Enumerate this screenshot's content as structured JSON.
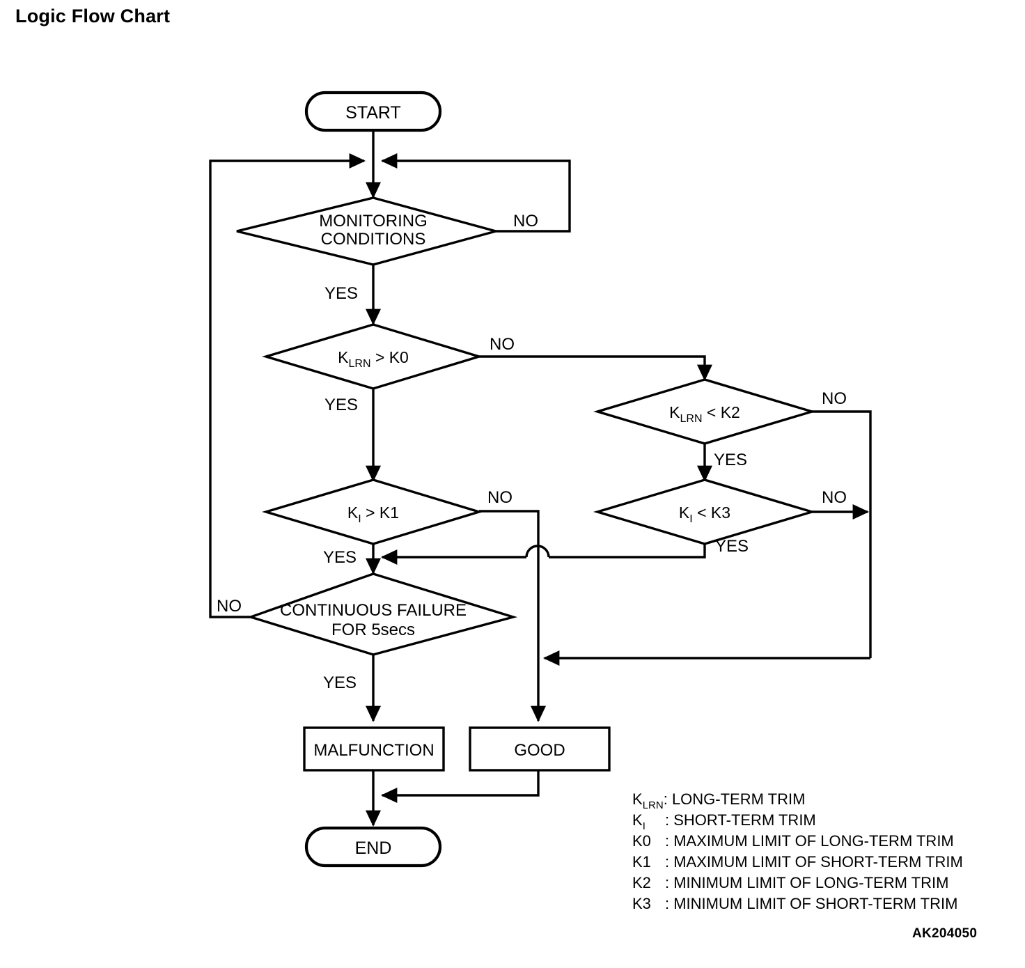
{
  "page": {
    "title": "Logic Flow Chart",
    "figure_code": "AK204050",
    "background_color": "#ffffff",
    "line_color": "#000000"
  },
  "chart_data": {
    "type": "diagram",
    "title": "Logic Flow Chart",
    "diagram_kind": "flowchart",
    "nodes": [
      {
        "id": "start",
        "shape": "terminator",
        "label": "START"
      },
      {
        "id": "monitor",
        "shape": "decision",
        "label": "MONITORING CONDITIONS",
        "label_lines": [
          "MONITORING",
          "CONDITIONS"
        ]
      },
      {
        "id": "klrn_gt_k0",
        "shape": "decision",
        "label": "KLRN > K0",
        "base": "K",
        "sub": "LRN",
        "rest": " > K0"
      },
      {
        "id": "klrn_lt_k2",
        "shape": "decision",
        "label": "KLRN < K2",
        "base": "K",
        "sub": "LRN",
        "rest": " < K2"
      },
      {
        "id": "ki_gt_k1",
        "shape": "decision",
        "label": "KI > K1",
        "base": "K",
        "sub": "I",
        "rest": " > K1"
      },
      {
        "id": "ki_lt_k3",
        "shape": "decision",
        "label": "KI < K3",
        "base": "K",
        "sub": "I",
        "rest": " < K3"
      },
      {
        "id": "cont_fail",
        "shape": "decision",
        "label": "CONTINUOUS FAILURE FOR 5secs",
        "label_lines": [
          "CONTINUOUS FAILURE",
          "FOR 5secs"
        ]
      },
      {
        "id": "malfunction",
        "shape": "process",
        "label": "MALFUNCTION"
      },
      {
        "id": "good",
        "shape": "process",
        "label": "GOOD"
      },
      {
        "id": "end",
        "shape": "terminator",
        "label": "END"
      }
    ],
    "edges": [
      {
        "from": "start",
        "to": "monitor",
        "label": ""
      },
      {
        "from": "monitor",
        "to": "start_join",
        "label": "NO"
      },
      {
        "from": "monitor",
        "to": "klrn_gt_k0",
        "label": "YES"
      },
      {
        "from": "klrn_gt_k0",
        "to": "klrn_lt_k2",
        "label": "NO"
      },
      {
        "from": "klrn_gt_k0",
        "to": "ki_gt_k1",
        "label": "YES"
      },
      {
        "from": "klrn_lt_k2",
        "to": "good",
        "label": "NO"
      },
      {
        "from": "klrn_lt_k2",
        "to": "ki_lt_k3",
        "label": "YES"
      },
      {
        "from": "ki_gt_k1",
        "to": "good",
        "label": "NO"
      },
      {
        "from": "ki_gt_k1",
        "to": "cont_fail",
        "label": "YES"
      },
      {
        "from": "ki_lt_k3",
        "to": "good",
        "label": "NO"
      },
      {
        "from": "ki_lt_k3",
        "to": "cont_fail",
        "label": "YES"
      },
      {
        "from": "cont_fail",
        "to": "start_join",
        "label": "NO"
      },
      {
        "from": "cont_fail",
        "to": "malfunction",
        "label": "YES"
      },
      {
        "from": "malfunction",
        "to": "end",
        "label": ""
      },
      {
        "from": "good",
        "to": "end",
        "label": ""
      }
    ],
    "edge_labels": {
      "monitor_no": "NO",
      "monitor_yes": "YES",
      "klrn_gt_k0_no": "NO",
      "klrn_gt_k0_yes": "YES",
      "klrn_lt_k2_no": "NO",
      "klrn_lt_k2_yes": "YES",
      "ki_gt_k1_no": "NO",
      "ki_gt_k1_yes": "YES",
      "ki_lt_k3_no": "NO",
      "ki_lt_k3_yes": "YES",
      "cont_fail_no": "NO",
      "cont_fail_yes": "YES"
    }
  },
  "nodes": {
    "start": {
      "label": "START"
    },
    "end": {
      "label": "END"
    },
    "monitor": {
      "line1": "MONITORING",
      "line2": "CONDITIONS"
    },
    "klrn_gt_k0": {
      "base": "K",
      "sub": "LRN",
      "rest": " > K0"
    },
    "klrn_lt_k2": {
      "base": "K",
      "sub": "LRN",
      "rest": " < K2"
    },
    "ki_gt_k1": {
      "base": "K",
      "sub": "I",
      "rest": " > K1"
    },
    "ki_lt_k3": {
      "base": "K",
      "sub": "I",
      "rest": " < K3"
    },
    "cont_fail": {
      "line1": "CONTINUOUS FAILURE",
      "line2": "FOR 5secs"
    },
    "malfunction": {
      "label": "MALFUNCTION"
    },
    "good": {
      "label": "GOOD"
    }
  },
  "labels": {
    "monitor_no": "NO",
    "monitor_yes": "YES",
    "klrn_gt_k0_no": "NO",
    "klrn_gt_k0_yes": "YES",
    "klrn_lt_k2_no": "NO",
    "klrn_lt_k2_yes": "YES",
    "ki_gt_k1_no": "NO",
    "ki_gt_k1_yes": "YES",
    "ki_lt_k3_no": "NO",
    "ki_lt_k3_yes": "YES",
    "cont_fail_no": "NO",
    "cont_fail_yes": "YES"
  },
  "legend": {
    "rows": [
      {
        "base": "K",
        "sub": "LRN",
        "colon": ": ",
        "text": "LONG-TERM TRIM"
      },
      {
        "base": "K",
        "sub": "I",
        "colon": ": ",
        "text": "SHORT-TERM TRIM"
      },
      {
        "base": "K0",
        "sub": "",
        "colon": ": ",
        "text": "MAXIMUM LIMIT OF LONG-TERM TRIM"
      },
      {
        "base": "K1",
        "sub": "",
        "colon": ": ",
        "text": "MAXIMUM LIMIT OF SHORT-TERM TRIM"
      },
      {
        "base": "K2",
        "sub": "",
        "colon": ": ",
        "text": "MINIMUM LIMIT OF LONG-TERM TRIM"
      },
      {
        "base": "K3",
        "sub": "",
        "colon": ": ",
        "text": "MINIMUM LIMIT OF SHORT-TERM TRIM"
      }
    ]
  }
}
